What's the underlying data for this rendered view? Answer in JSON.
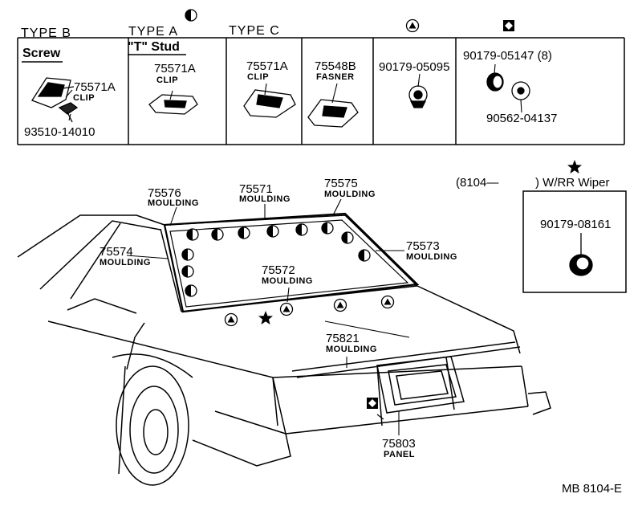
{
  "legend_table": {
    "header_type_b": "TYPE B",
    "header_type_a": "TYPE A",
    "header_type_c": "TYPE C",
    "cells": [
      {
        "caption": "Screw",
        "part_number": "75571A",
        "part_name": "CLIP",
        "sub_part_number": "93510-14010"
      },
      {
        "caption": "\"T\" Stud",
        "part_number": "75571A",
        "part_name": "CLIP"
      },
      {
        "part_number": "75571A",
        "part_name": "CLIP"
      },
      {
        "part_number": "75548B",
        "part_name": "FASNER"
      },
      {
        "part_number": "90179-05095"
      },
      {
        "part_number": "90179-05147 (8)",
        "sub_part_number": "90562-04137"
      }
    ]
  },
  "main_diagram": {
    "callouts": [
      {
        "number": "75576",
        "name": "MOULDING"
      },
      {
        "number": "75571",
        "name": "MOULDING"
      },
      {
        "number": "75575",
        "name": "MOULDING"
      },
      {
        "number": "75574",
        "name": "MOULDING"
      },
      {
        "number": "75573",
        "name": "MOULDING"
      },
      {
        "number": "75572",
        "name": "MOULDING"
      },
      {
        "number": "75821",
        "name": "MOULDING"
      },
      {
        "number": "75803",
        "name": "PANEL"
      }
    ],
    "production_date_prefix": "(8104—",
    "wiper_label": ") W/RR Wiper",
    "wiper_part_number": "90179-08161"
  },
  "footer": {
    "diagram_code": "MB  8104-E"
  }
}
